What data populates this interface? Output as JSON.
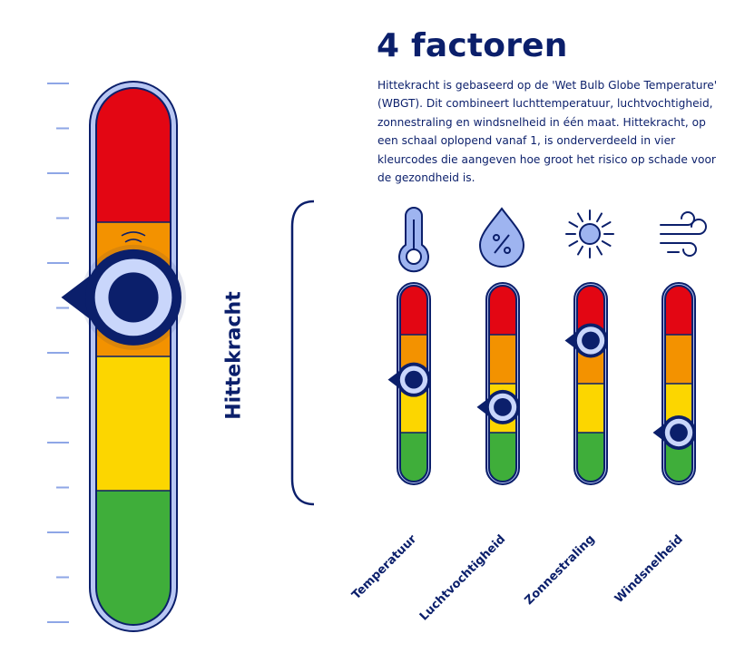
{
  "header": {
    "title": "4 factoren",
    "description": "Hittekracht is gebaseerd op de 'Wet Bulb Globe Temperature' (WBGT). Dit combineert luchttemperatuur, luchtvochtigheid, zonnestraling en windsnelheid in één maat. Hittekracht, op een schaal oplopend vanaf 1, is onderverdeeld in vier kleurcodes die aangeven hoe groot het risico op schade voor de gezondheid is."
  },
  "main_gauge": {
    "label": "Hittekracht",
    "level": 0.61
  },
  "colors": {
    "red": "#e30613",
    "orange": "#f39200",
    "yellow": "#fcd600",
    "green": "#3fae3a",
    "navy": "#0b1f6b",
    "light_blue": "#b8c7f3",
    "icon_fill": "#9eb4f0"
  },
  "factors": [
    {
      "label": "Temperatuur",
      "icon": "thermometer-icon",
      "level": 0.52
    },
    {
      "label": "Luchtvochtigheid",
      "icon": "water-drop-percent-icon",
      "level": 0.38
    },
    {
      "label": "Zonnestraling",
      "icon": "sun-icon",
      "level": 0.72
    },
    {
      "label": "Windsnelheid",
      "icon": "wind-icon",
      "level": 0.25
    }
  ]
}
